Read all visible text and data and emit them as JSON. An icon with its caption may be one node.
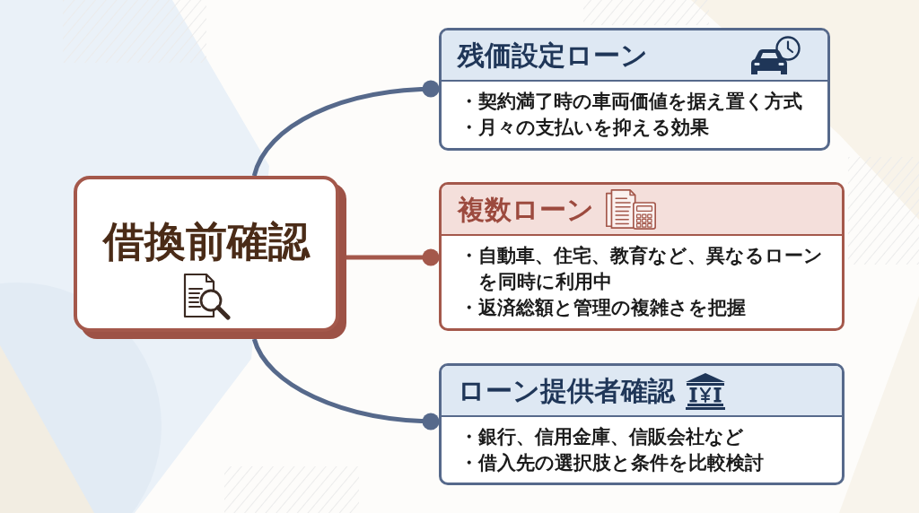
{
  "diagram": {
    "nodes": [
      {
        "text": [
          "借換前確認"
        ]
      },
      {
        "text": [
          "残価設定ローン",
          "・契約満了時の車両価値を据え置く方式",
          "・月々の支払いを抑える効果"
        ]
      },
      {
        "text": [
          "複数ローン",
          "・自動車、住宅、教育など、異なるローンを同時に利用中",
          "・返済総額と管理の複雑さを把握"
        ]
      },
      {
        "text": [
          "ローン提供者確認",
          "・銀行、信用金庫、信販会社など",
          "・借入先の選択肢と条件を比較検討"
        ]
      }
    ],
    "edges": [
      {
        "from": 0,
        "to": 1,
        "arrow": "other"
      },
      {
        "from": 0,
        "to": 2,
        "arrow": "other",
        "color": "#a4584b"
      },
      {
        "from": 0,
        "to": 3,
        "arrow": "other"
      }
    ]
  }
}
